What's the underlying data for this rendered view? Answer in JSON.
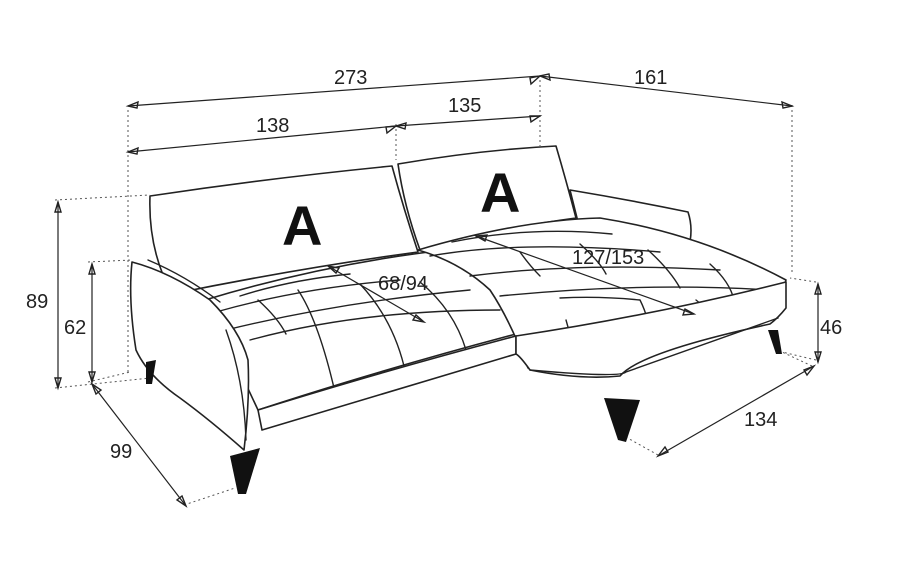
{
  "diagram": {
    "cushion_labels": [
      "A",
      "A"
    ],
    "dimensions": {
      "total_width": "273",
      "chaise_length": "161",
      "left_section_width": "138",
      "right_section_width": "135",
      "back_height": "89",
      "arm_height": "62",
      "depth": "99",
      "seat_depth": "68/94",
      "chaise_seat_depth": "127/153",
      "chaise_height": "46",
      "chaise_width": "134"
    },
    "colors": {
      "line": "#222222",
      "legs": "#111111",
      "background": "#ffffff"
    }
  }
}
